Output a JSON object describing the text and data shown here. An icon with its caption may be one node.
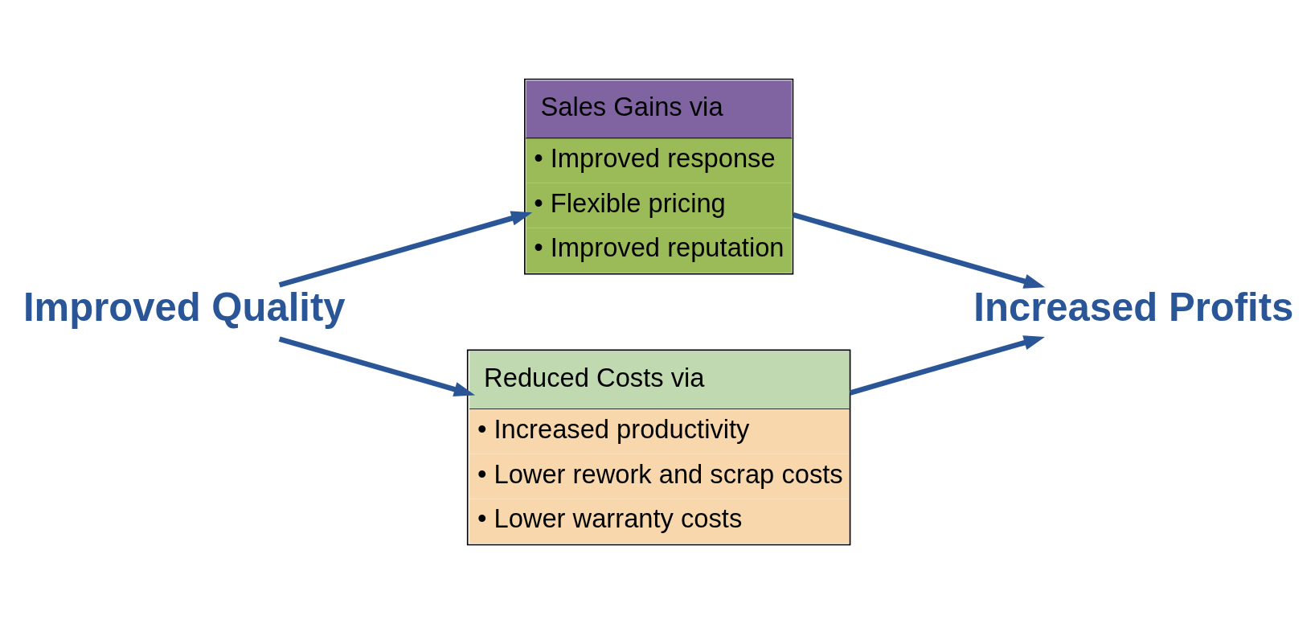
{
  "diagram": {
    "nodes": [
      {
        "text": [
          "Improved Quality"
        ]
      },
      {
        "text": [
          "Sales Gains via",
          "• Improved response",
          "• Flexible pricing",
          "• Improved reputation"
        ]
      },
      {
        "text": [
          "Reduced Costs via",
          "• Increased productivity",
          "• Lower rework and scrap costs",
          "• Lower warranty costs"
        ]
      },
      {
        "text": [
          "Increased Profits"
        ]
      }
    ],
    "edges": [
      {
        "from": 0,
        "to": 1,
        "arrow": "to"
      },
      {
        "from": 0,
        "to": 2,
        "arrow": "to"
      },
      {
        "from": 1,
        "to": 3,
        "arrow": "to"
      },
      {
        "from": 2,
        "to": 3,
        "arrow": "to"
      }
    ]
  }
}
